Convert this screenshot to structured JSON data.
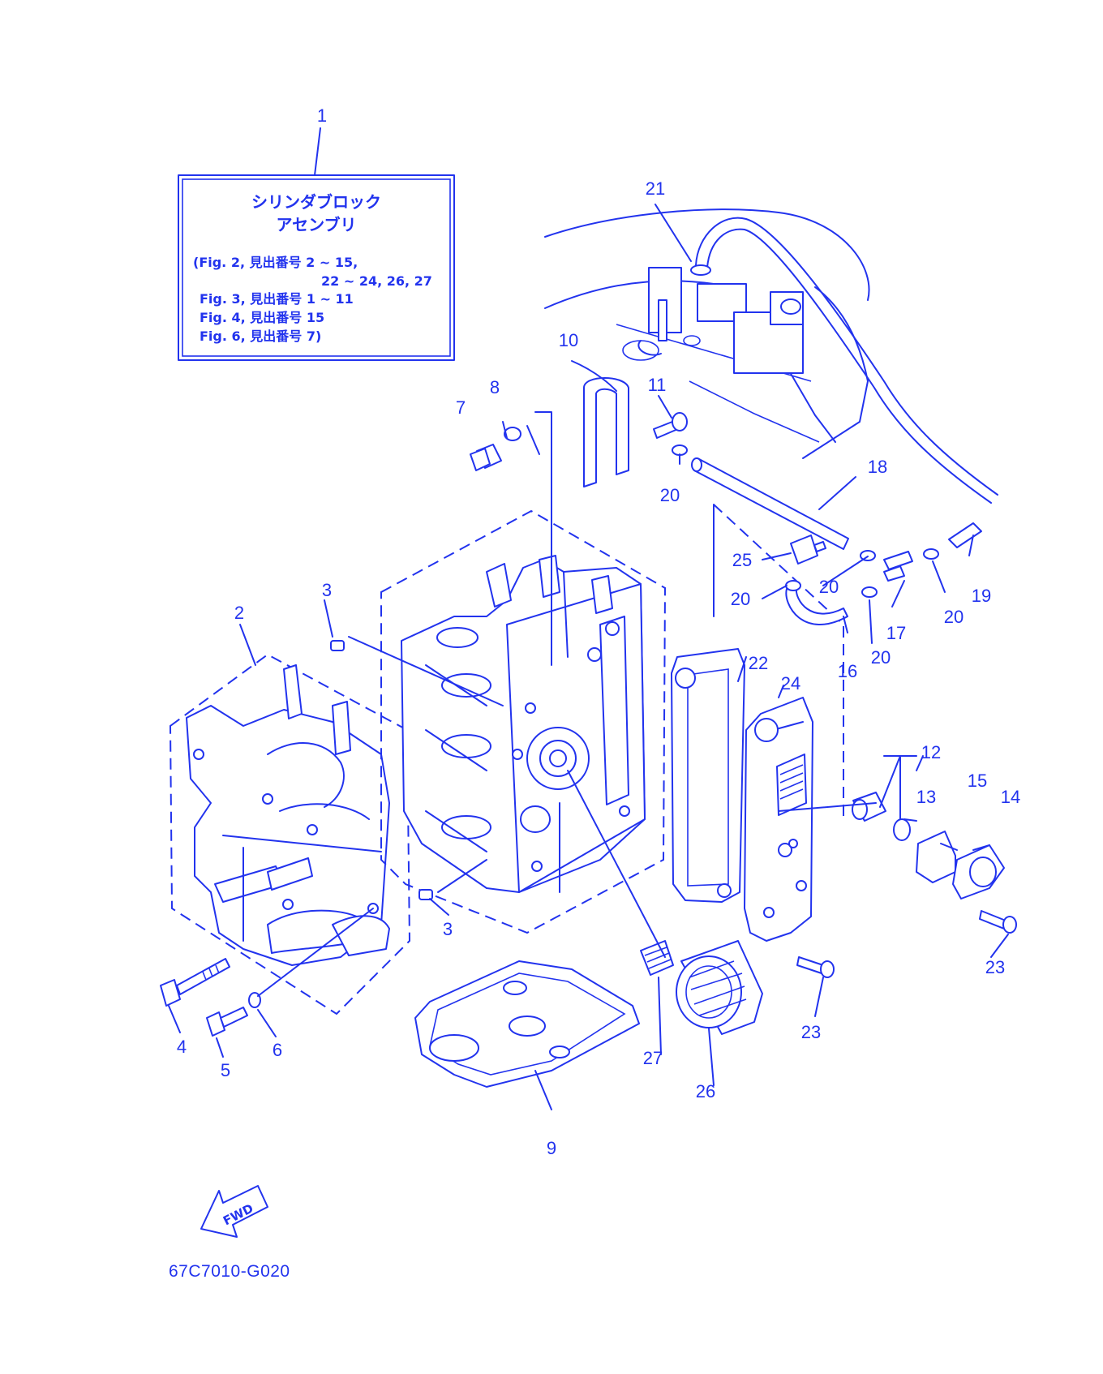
{
  "note_box": {
    "title_line1": "シリンダブロック",
    "title_line2": "アセンブリ",
    "refs": [
      "(Fig. 2, 見出番号 2 ~ 15,",
      "22 ~ 24, 26, 27",
      "Fig. 3, 見出番号 1 ~ 11",
      "Fig. 4, 見出番号 15",
      "Fig. 6, 見出番号 7)"
    ]
  },
  "callouts": {
    "c1": "1",
    "c2": "2",
    "c3a": "3",
    "c3b": "3",
    "c4": "4",
    "c5": "5",
    "c6": "6",
    "c7": "7",
    "c8": "8",
    "c9": "9",
    "c10": "10",
    "c11": "11",
    "c12": "12",
    "c13": "13",
    "c14": "14",
    "c15": "15",
    "c16": "16",
    "c17": "17",
    "c18": "18",
    "c19": "19",
    "c20a": "20",
    "c20b": "20",
    "c20c": "20",
    "c20d": "20",
    "c20e": "20",
    "c21": "21",
    "c22": "22",
    "c23a": "23",
    "c23b": "23",
    "c24": "24",
    "c25": "25",
    "c26": "26",
    "c27": "27"
  },
  "fwd_arrow": {
    "label": "FWD"
  },
  "figure_code": "67C7010-G020",
  "colors": {
    "line": "#2233ee",
    "background": "#ffffff"
  }
}
